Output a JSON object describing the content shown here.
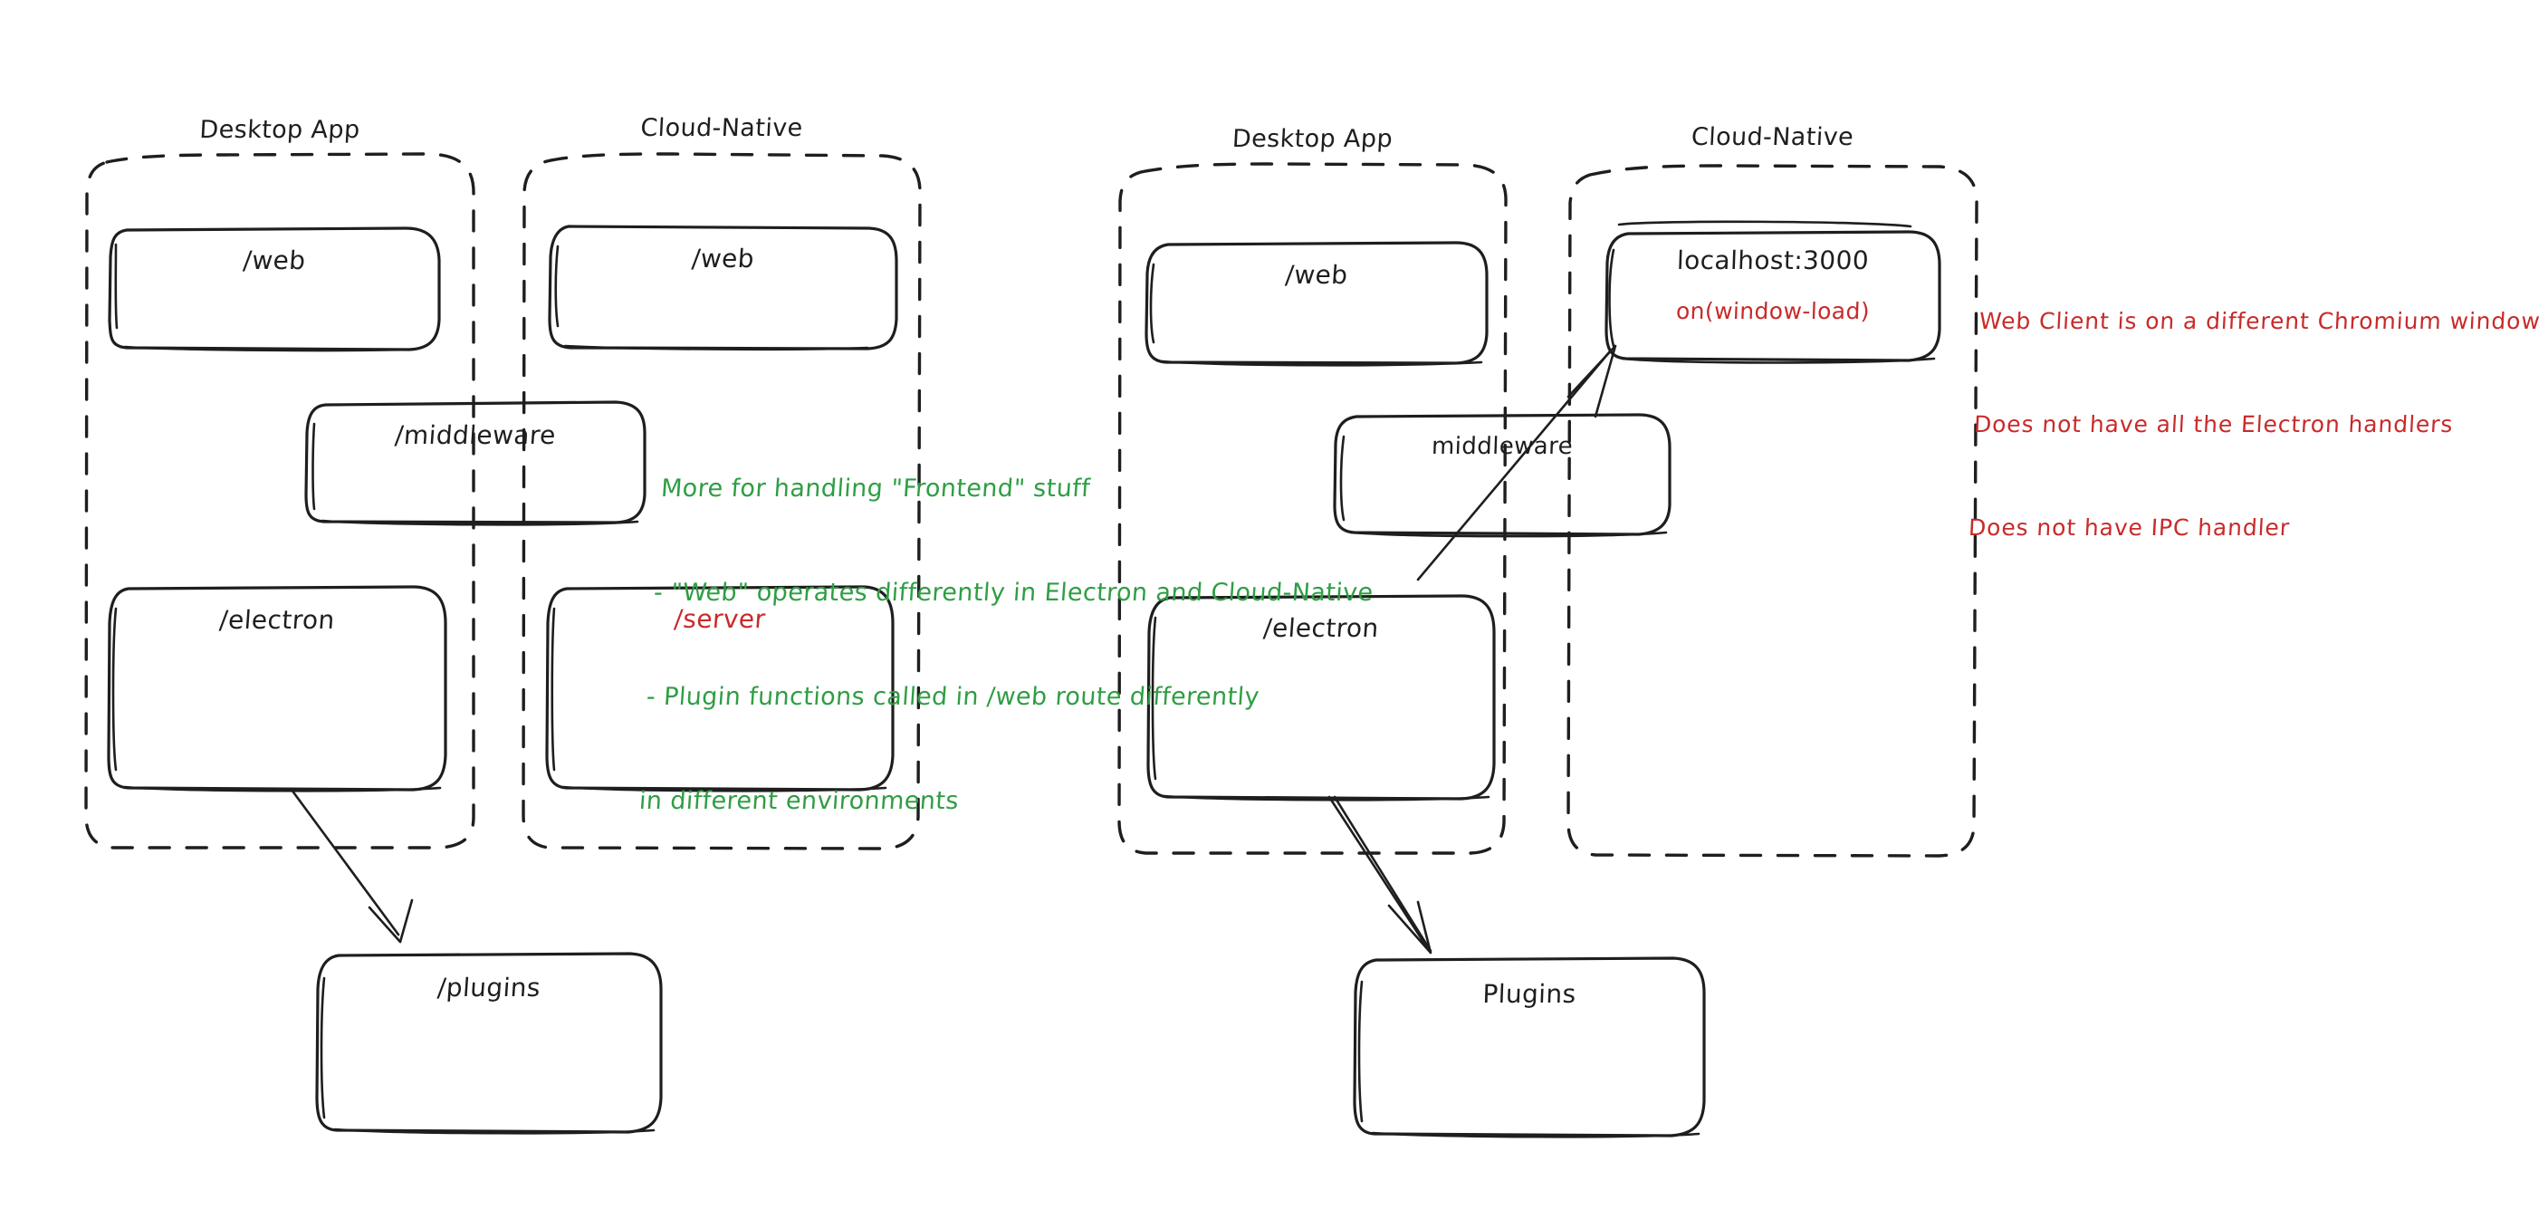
{
  "diagram": {
    "title_left": "Desktop App",
    "title_right": "Cloud-Native",
    "background": "#ffffff",
    "ink": "#1e1e1e",
    "accent_red": "#c92a2a",
    "accent_green": "#2f9e44"
  },
  "left_diagram": {
    "groups": [
      {
        "label": "Desktop App"
      },
      {
        "label": "Cloud-Native"
      }
    ],
    "boxes": [
      {
        "label": "/web",
        "color": "#1e1e1e"
      },
      {
        "label": "/web",
        "color": "#1e1e1e"
      },
      {
        "label": "/middleware",
        "color": "#1e1e1e"
      },
      {
        "label": "/electron",
        "color": "#1e1e1e"
      },
      {
        "label": "/server",
        "color": "#c92a2a"
      },
      {
        "label": "/plugins",
        "color": "#1e1e1e"
      }
    ]
  },
  "right_diagram": {
    "groups": [
      {
        "label": "Desktop App"
      },
      {
        "label": "Cloud-Native"
      }
    ],
    "boxes": [
      {
        "label": "/web",
        "color": "#1e1e1e"
      },
      {
        "label": "localhost:3000",
        "color": "#1e1e1e"
      },
      {
        "label": "on(window-load)",
        "color": "#c92a2a"
      },
      {
        "label": "middleware",
        "color": "#1e1e1e"
      },
      {
        "label": "/electron",
        "color": "#1e1e1e"
      },
      {
        "label": "Plugins",
        "color": "#1e1e1e"
      }
    ]
  },
  "annotations": {
    "green_note": {
      "color": "#2f9e44",
      "lines": [
        "More for handling \"Frontend\" stuff",
        "- \"Web\" operates differently in Electron and Cloud-Native",
        "- Plugin functions called in /web route differently",
        "in different environments"
      ]
    },
    "red_note": {
      "color": "#c92a2a",
      "lines": [
        "Web Client is on a different Chromium window",
        "Does not have all the Electron handlers",
        "Does not have IPC handler"
      ]
    }
  }
}
